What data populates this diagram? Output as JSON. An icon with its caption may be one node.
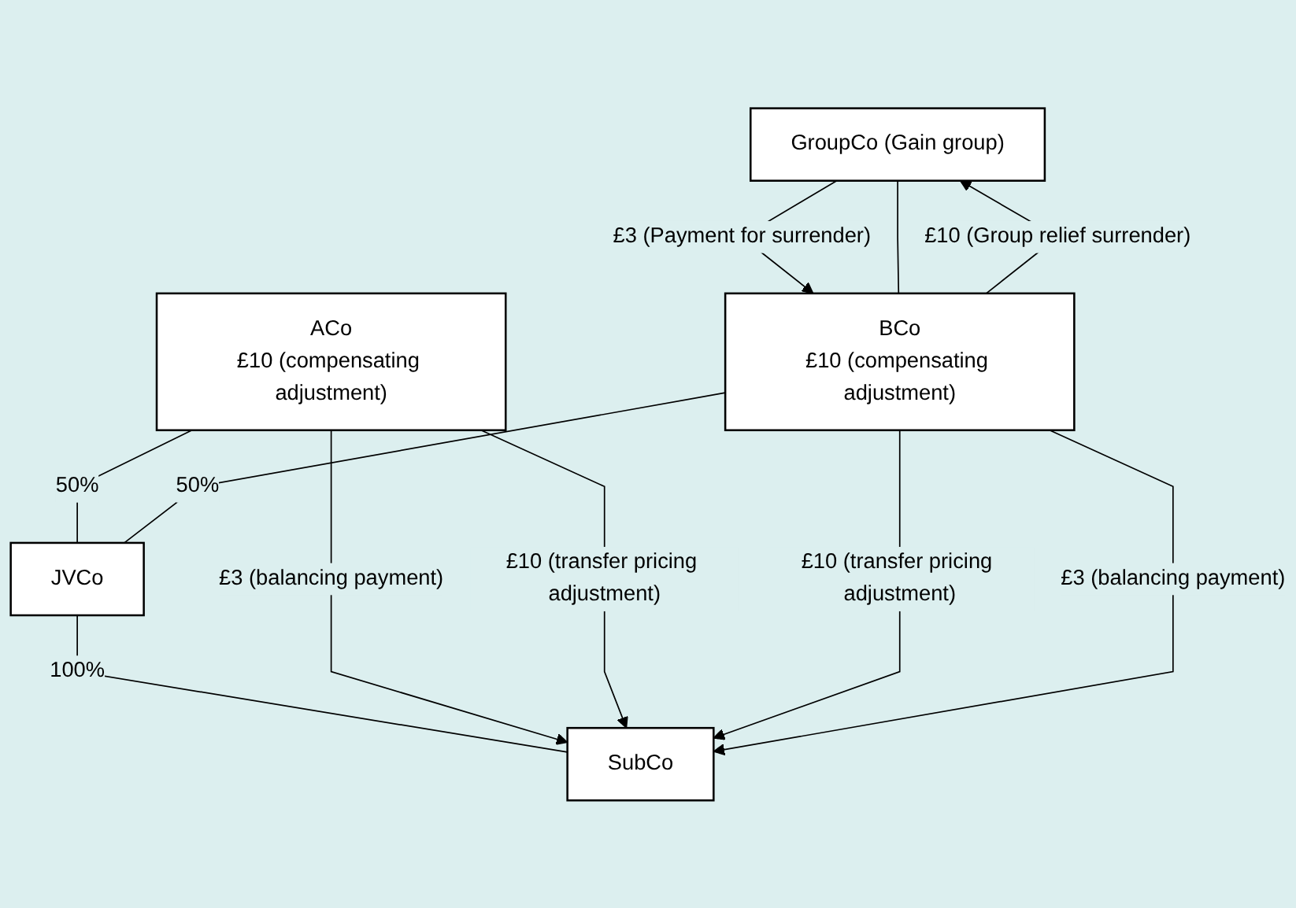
{
  "diagram": {
    "nodes": [
      {
        "text": [
          "GroupCo (Gain group)"
        ]
      },
      {
        "text": [
          "ACo",
          "£10 (compensating adjustment)"
        ]
      },
      {
        "text": [
          "BCo",
          "£10 (compensating adjustment)"
        ]
      },
      {
        "text": [
          "JVCo"
        ]
      },
      {
        "text": [
          "SubCo"
        ]
      }
    ],
    "edges": [
      {
        "from": 0,
        "to": 2,
        "arrow": "to",
        "label": "£3 (Payment for surrender)"
      },
      {
        "from": 0,
        "to": 2,
        "arrow": "none"
      },
      {
        "from": 2,
        "to": 0,
        "arrow": "to",
        "label": "£10 (Group relief surrender)"
      },
      {
        "from": 1,
        "to": 3,
        "arrow": "none",
        "label": "50%"
      },
      {
        "from": 2,
        "to": 3,
        "arrow": "none",
        "label": "50%"
      },
      {
        "from": 3,
        "to": 4,
        "arrow": "none",
        "label": "100%"
      },
      {
        "from": 1,
        "to": 4,
        "arrow": "to",
        "label": "£3 (balancing payment)"
      },
      {
        "from": 1,
        "to": 4,
        "arrow": "to",
        "label": "£10 (transfer pricing adjustment)"
      },
      {
        "from": 2,
        "to": 4,
        "arrow": "to",
        "label": "£10 (transfer pricing adjustment)"
      },
      {
        "from": 2,
        "to": 4,
        "arrow": "to",
        "label": "£3 (balancing payment)"
      }
    ]
  }
}
